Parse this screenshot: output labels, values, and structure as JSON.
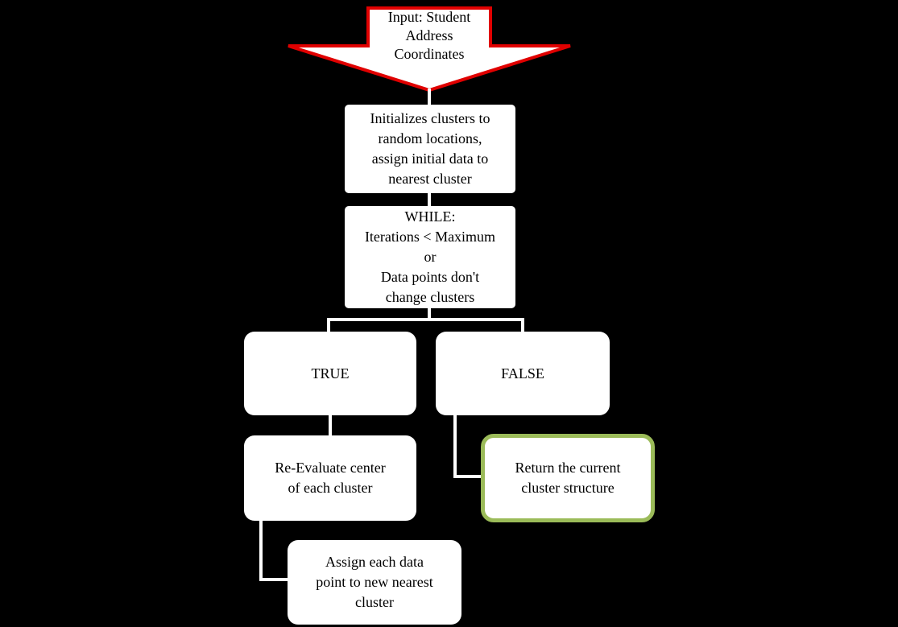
{
  "colors": {
    "background": "#000000",
    "box-fill": "#ffffff",
    "text": "#000000",
    "connector": "#ffffff",
    "accent-red": "#e00000",
    "accent-green": "#9bbb59"
  },
  "nodes": {
    "input": {
      "label": "Input: Student\nAddress\nCoordinates"
    },
    "initialize": {
      "label": "Initializes clusters to\nrandom locations,\nassign initial data to\nnearest cluster"
    },
    "while_loop": {
      "label": "WHILE:\nIterations < Maximum\nor\nData points don't\nchange clusters"
    },
    "true_branch": {
      "label": "TRUE"
    },
    "false_branch": {
      "label": "FALSE"
    },
    "reevaluate": {
      "label": "Re-Evaluate center\nof each cluster"
    },
    "return_result": {
      "label": "Return the current\ncluster structure"
    },
    "assign": {
      "label": "Assign each data\npoint to new nearest\ncluster"
    }
  }
}
